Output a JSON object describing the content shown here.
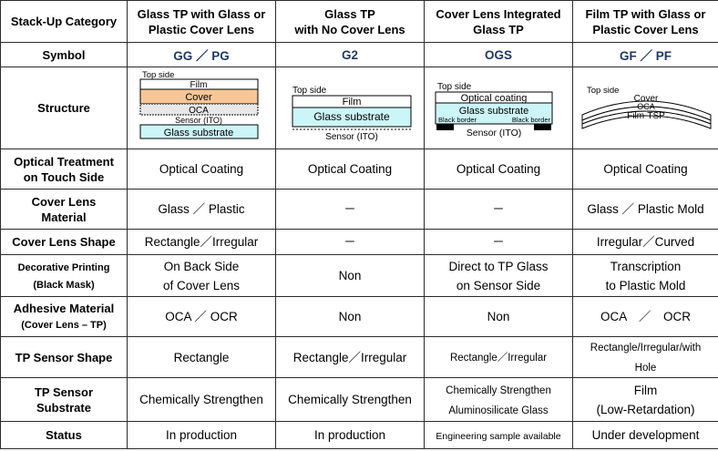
{
  "header": {
    "category": "Stack-Up Category",
    "col1": [
      "Glass TP with Glass or",
      "Plastic Cover Lens"
    ],
    "col2": [
      "Glass TP",
      "with No Cover Lens"
    ],
    "col3": [
      "Cover Lens Integrated",
      "Glass TP"
    ],
    "col4": [
      "Film TP with Glass or",
      "Plastic Cover Lens"
    ]
  },
  "rows": {
    "symbol": {
      "label": "Symbol",
      "values": [
        "GG ／ PG",
        "G2",
        "OGS",
        "GF ／ PF"
      ]
    },
    "structure": {
      "label": "Structure"
    },
    "optical": {
      "label": [
        "Optical Treatment",
        "on Touch Side"
      ],
      "values": [
        "Optical Coating",
        "Optical Coating",
        "Optical Coating",
        "Optical Coating"
      ]
    },
    "material": {
      "label": [
        "Cover Lens",
        "Material"
      ],
      "values": [
        "Glass ／ Plastic",
        "－",
        "－",
        "Glass ／ Plastic Mold"
      ]
    },
    "shape": {
      "label": "Cover Lens Shape",
      "values": [
        "Rectangle／Irregular",
        "－",
        "－",
        "Irregular／Curved"
      ]
    },
    "printing": {
      "label": [
        "Decorative Printing",
        "(Black Mask)"
      ],
      "values": [
        [
          "On Back Side",
          "of Cover Lens"
        ],
        [
          "Non"
        ],
        [
          "Direct to TP Glass",
          "on Sensor Side"
        ],
        [
          "Transcription",
          "to Plastic Mold"
        ]
      ]
    },
    "adhesive": {
      "label": [
        "Adhesive Material",
        "(Cover Lens – TP)"
      ],
      "values": [
        "OCA ／ OCR",
        "Non",
        "Non",
        "OCA　／　OCR"
      ]
    },
    "sensor_shape": {
      "label": "TP Sensor Shape",
      "values": [
        "Rectangle",
        "Rectangle／Irregular",
        "Rectangle／Irregular",
        [
          "Rectangle/Irregular/with",
          "Hole"
        ]
      ]
    },
    "substrate": {
      "label": [
        "TP Sensor",
        "Substrate"
      ],
      "values": [
        [
          "Chemically Strengthen"
        ],
        [
          "Chemically Strengthen"
        ],
        [
          "Chemically Strengthen",
          "Aluminosilicate Glass"
        ],
        [
          "Film",
          "(Low-Retardation)"
        ]
      ]
    },
    "status": {
      "label": "Status",
      "values": [
        "In production",
        "In production",
        "Engineering sample available",
        "Under development"
      ]
    }
  },
  "structures": {
    "gg": {
      "top": "Top side",
      "film": "Film",
      "cover": "Cover",
      "oca": "OCA",
      "sensor": "Sensor (ITO)",
      "glass": "Glass substrate"
    },
    "g2": {
      "top": "Top side",
      "film": "Film",
      "glass": "Glass substrate",
      "sensor": "Sensor (ITO)"
    },
    "ogs": {
      "top": "Top side",
      "coating": "Optical coating",
      "glass": "Glass substrate",
      "border_left": "Black border",
      "border_right": "Black border",
      "sensor": "Sensor (ITO)"
    },
    "gf": {
      "top": "Top side",
      "cover": "Cover",
      "oca": "OCA",
      "film": "Film-TSP"
    }
  },
  "colors": {
    "symbol": "#1f3864",
    "cover": "#f7c696",
    "glass": "#ccf5f8",
    "oca": "#e8e8e8",
    "border": "#2b2b2b",
    "black": "#000000"
  }
}
